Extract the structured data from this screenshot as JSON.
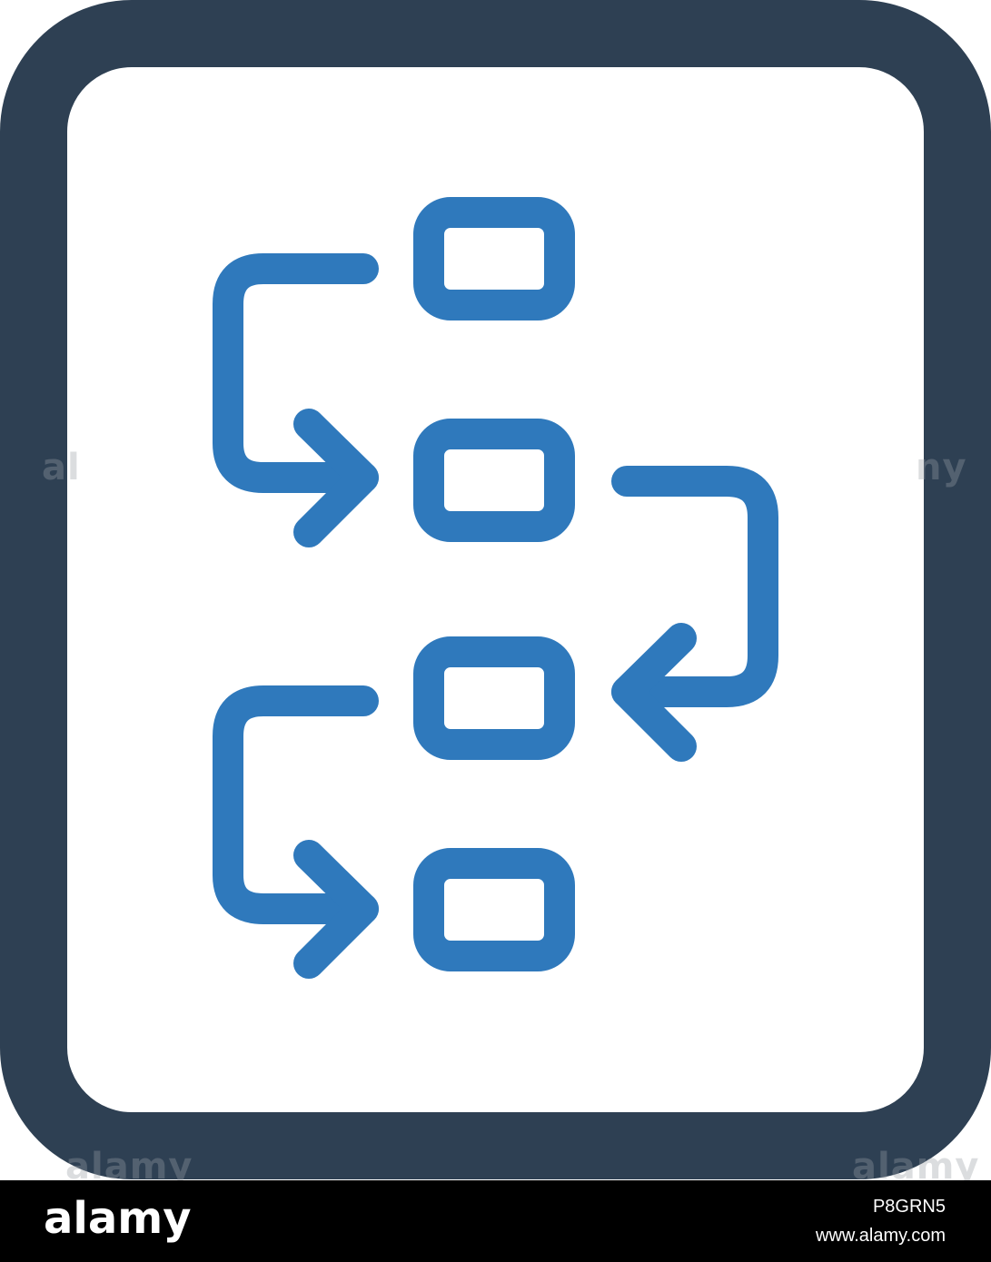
{
  "icon": {
    "name": "workflow-document-icon",
    "colors": {
      "frame": "#2e4053",
      "diagram": "#2f79bc",
      "background": "#ffffff"
    }
  },
  "watermark": {
    "text_left": "al",
    "text_right": "ny",
    "text_bottom_left": "alamy",
    "text_bottom_right": "alamy"
  },
  "footer": {
    "logo": "alamy",
    "image_id": "P8GRN5",
    "url": "www.alamy.com",
    "background": "#000000"
  }
}
